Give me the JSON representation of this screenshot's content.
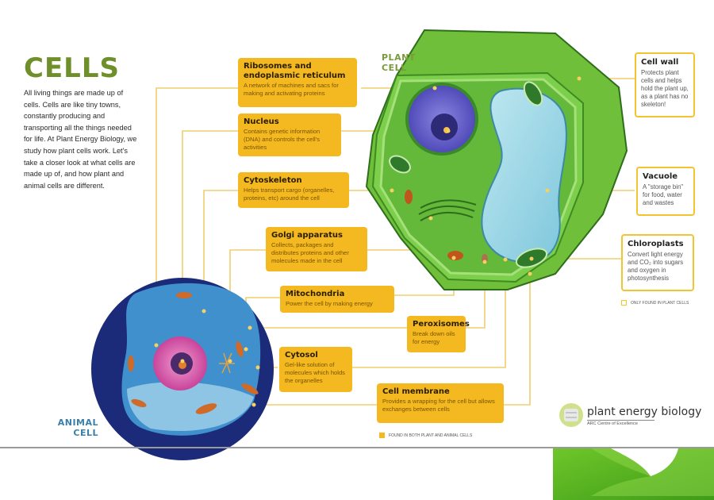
{
  "title": "CELLS",
  "intro": "All living things are made up of cells. Cells are like tiny towns, constantly producing and transporting all the things needed for life. At Plant Energy Biology, we study how plant cells work. Let's take a closer look at what cells are made up of, and how plant and animal cells are different.",
  "labels": {
    "plant_cell": "PLANT CELL",
    "animal_cell": "ANIMAL CELL"
  },
  "colors": {
    "title_green": "#6f8f2a",
    "box_yellow": "#f4b821",
    "line_yellow": "#f0cf70",
    "plant_label": "#7a9a3a",
    "animal_label": "#3a7fa8"
  },
  "shared_organelles": [
    {
      "name": "Ribosomes and endoplasmic reticulum",
      "desc": "A network of machines and sacs for making and activating proteins"
    },
    {
      "name": "Nucleus",
      "desc": "Contains genetic information (DNA) and controls the cell's activities"
    },
    {
      "name": "Cytoskeleton",
      "desc": "Helps transport cargo (organelles, proteins, etc) around the cell"
    },
    {
      "name": "Golgi apparatus",
      "desc": "Collects, packages and distributes proteins and other molecules made in the cell"
    },
    {
      "name": "Mitochondria",
      "desc": "Power the cell by making energy"
    },
    {
      "name": "Peroxisomes",
      "desc": "Break down oils for energy"
    },
    {
      "name": "Cytosol",
      "desc": "Gel-like solution of molecules which holds the organelles"
    },
    {
      "name": "Cell membrane",
      "desc": "Provides a wrapping for the cell but allows exchanges between cells"
    }
  ],
  "plant_only_organelles": [
    {
      "name": "Cell wall",
      "desc": "Protects plant cells and helps hold the plant up, as a plant has no skeleton!"
    },
    {
      "name": "Vacuole",
      "desc": "A \"storage bin\" for food, water and wastes"
    },
    {
      "name": "Chloroplasts",
      "desc": "Convert light energy and CO₂ into sugars and oxygen in photosynthesis"
    }
  ],
  "legend": {
    "plant_only": "ONLY FOUND IN PLANT CELLS",
    "both": "FOUND IN BOTH PLANT AND ANIMAL CELLS"
  },
  "logo": {
    "name": "plant energy biology",
    "subtitle": "ARC Centre of Excellence"
  }
}
